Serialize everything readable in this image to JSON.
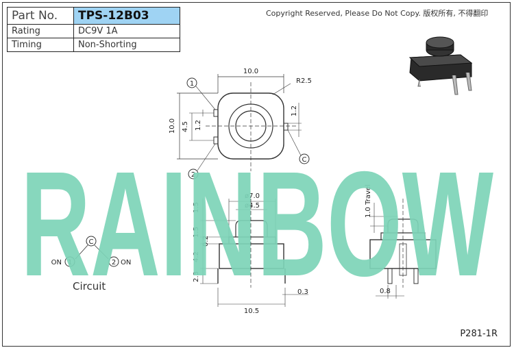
{
  "spec_table": {
    "part_label": "Part No.",
    "part_value": "TPS-12B03",
    "rows": [
      {
        "label": "Rating",
        "value": "DC9V 1A"
      },
      {
        "label": "Timing",
        "value": "Non-Shorting"
      }
    ]
  },
  "copyright": "Copyright Reserved, Please Do Not Copy. 版权所有, 不得翻印",
  "watermark": "RAINBOW",
  "page_code": "P281-1R",
  "circuit": {
    "title": "Circuit",
    "common": "C",
    "pin1": "1",
    "pin2": "2",
    "on1": "ON",
    "on2": "ON"
  },
  "top_view": {
    "width": "10.0",
    "height": "10.0",
    "radius": "R2.5",
    "pitch": "4.5",
    "pin_h_left": "1.2",
    "pin_h_right": "1.2",
    "pin1": "1",
    "pin2": "2",
    "common": "C"
  },
  "side_view": {
    "d_outer": "ø7.0",
    "d_inner": "ø4.5",
    "h1": "1.5",
    "h2": "1.5",
    "h3": "0.2",
    "h4": "4.2",
    "h5": "2.3",
    "base": "10.5",
    "pin_w": "0.3"
  },
  "end_view": {
    "travel": "1.0 Travel",
    "pin_w": "0.8"
  },
  "colors": {
    "watermark": "#7dd4b8",
    "part_bg": "#9fd3f3"
  }
}
